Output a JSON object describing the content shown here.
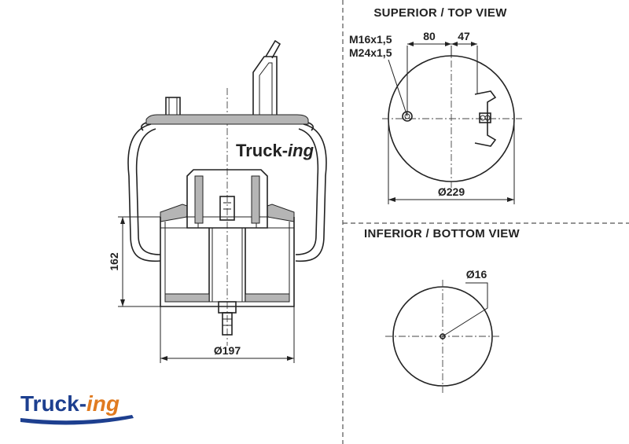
{
  "views": {
    "top_title": "SUPERIOR / TOP VIEW",
    "bottom_title": "INFERIOR / BOTTOM VIEW"
  },
  "dimensions": {
    "height": "162",
    "base_diameter": "Ø197",
    "top_diameter": "Ø229",
    "thread_small": "M16x1,5",
    "thread_large": "M24x1,5",
    "offset_left": "80",
    "offset_right": "47",
    "hole_diameter": "Ø16"
  },
  "brand": {
    "name_main": "Truck-",
    "name_accent": "ing",
    "main_color": "#1d3f8f",
    "accent_color": "#e07a1f"
  }
}
